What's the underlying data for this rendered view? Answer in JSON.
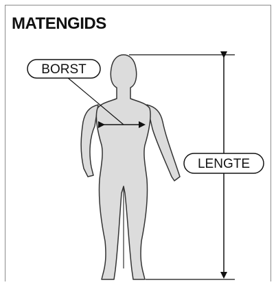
{
  "title": "MATENGIDS",
  "labels": {
    "chest": "BORST",
    "length": "LENGTE"
  }
}
